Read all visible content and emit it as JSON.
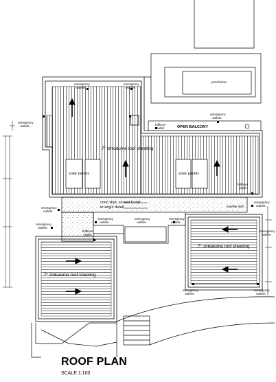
{
  "drawing": {
    "title": "ROOF PLAN",
    "scale": "SCALE 1:100",
    "labels": {
      "pool": "pool below",
      "open_balcony": "OPEN BALCONY",
      "sheeting_main": "7° zinkalume roof sheeting",
      "sheeting_right": "7° zinkalume roof sheeting",
      "sheeting_left": "7° zinkalume roof sheeting",
      "solar_1": "solar panels",
      "solar_2": "solar panels",
      "slab_1": "conc slab, screed to fall",
      "slab_2": "to eng's detail",
      "satellite_dish": "satellite dish",
      "emergency": "emergency",
      "outlets": "outlets",
      "fullbore": "fullbore",
      "outlet": "outlet"
    }
  }
}
